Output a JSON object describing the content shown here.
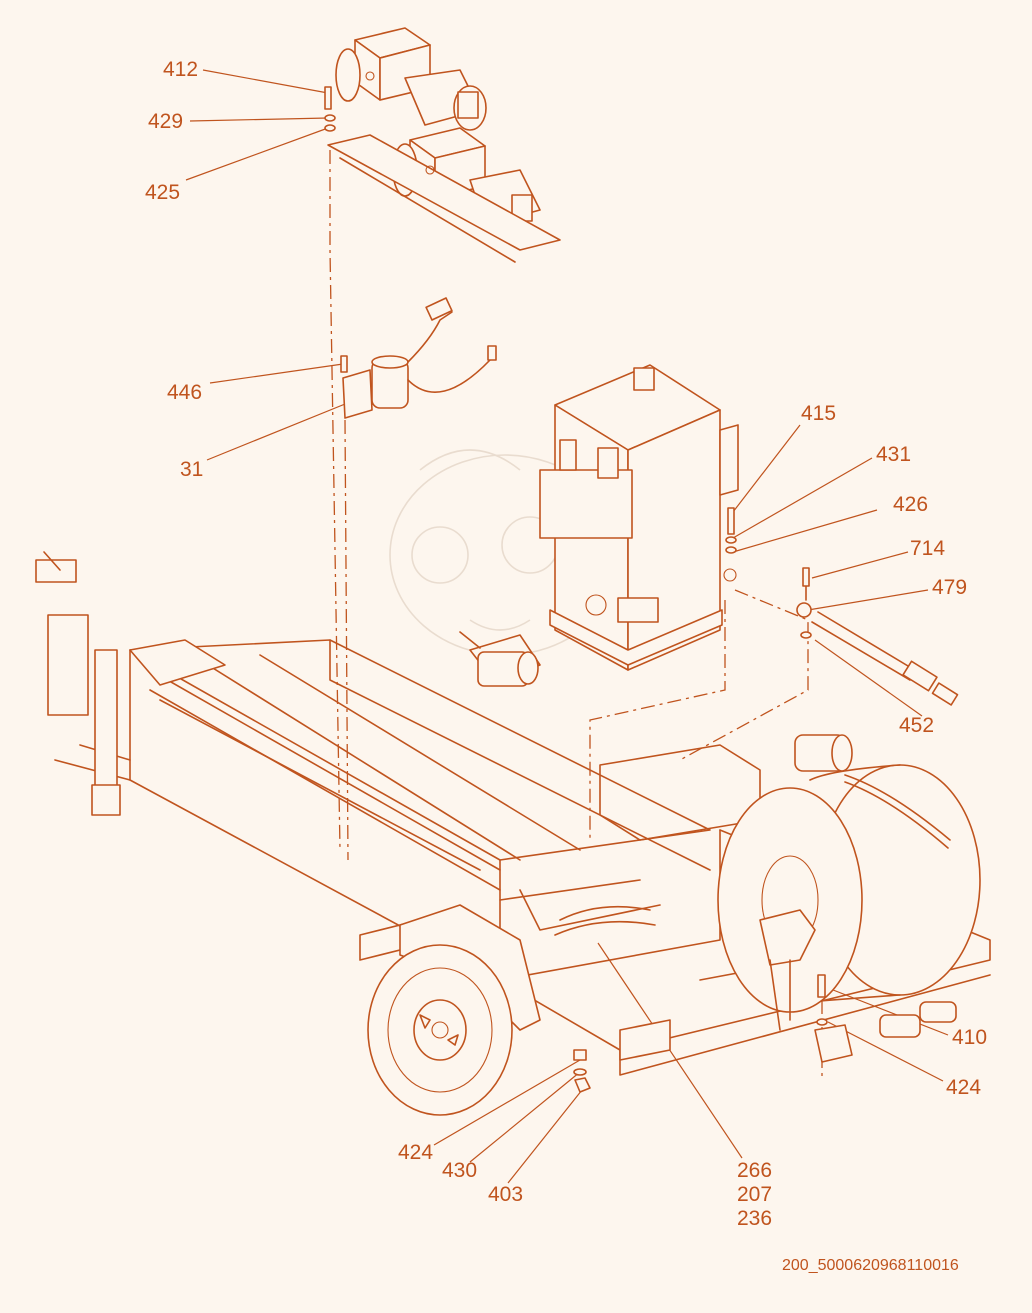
{
  "diagram": {
    "drawing_id": "200_5000620968110016",
    "callouts": [
      {
        "id": "412",
        "label": "412"
      },
      {
        "id": "429",
        "label": "429"
      },
      {
        "id": "425",
        "label": "425"
      },
      {
        "id": "446",
        "label": "446"
      },
      {
        "id": "31",
        "label": "31"
      },
      {
        "id": "415",
        "label": "415"
      },
      {
        "id": "431",
        "label": "431"
      },
      {
        "id": "426",
        "label": "426"
      },
      {
        "id": "714",
        "label": "714"
      },
      {
        "id": "479",
        "label": "479"
      },
      {
        "id": "452",
        "label": "452"
      },
      {
        "id": "410",
        "label": "410"
      },
      {
        "id": "424a",
        "label": "424"
      },
      {
        "id": "424b",
        "label": "424"
      },
      {
        "id": "430",
        "label": "430"
      },
      {
        "id": "403",
        "label": "403"
      },
      {
        "id": "266",
        "label": "266"
      },
      {
        "id": "207",
        "label": "207"
      },
      {
        "id": "236",
        "label": "236"
      }
    ],
    "colors": {
      "line": "#c0541e",
      "background": "#fdf6ee"
    }
  }
}
